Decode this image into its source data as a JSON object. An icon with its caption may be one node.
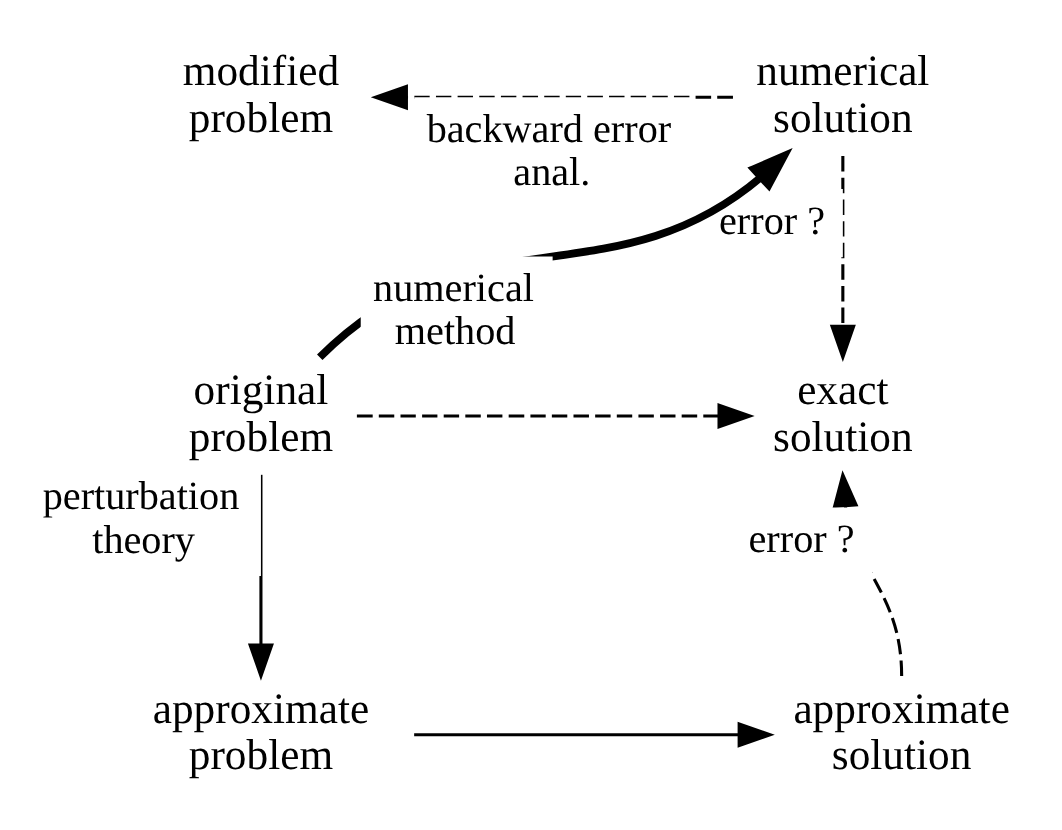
{
  "diagram": {
    "nodes": [
      {
        "text": [
          "modified problem"
        ]
      },
      {
        "text": [
          "numerical solution"
        ]
      },
      {
        "text": [
          "original problem"
        ]
      },
      {
        "text": [
          "exact solution"
        ]
      },
      {
        "text": [
          "approximate problem"
        ]
      },
      {
        "text": [
          "approximate solution"
        ]
      }
    ],
    "edges": [
      {
        "from": 1,
        "to": 0,
        "arrow": "to",
        "style": "dashed",
        "label": "backward error anal."
      },
      {
        "from": 2,
        "to": 1,
        "arrow": "to",
        "style": "thick",
        "label": "numerical method"
      },
      {
        "from": 1,
        "to": 3,
        "arrow": "to",
        "style": "dashed",
        "label": "error ?"
      },
      {
        "from": 2,
        "to": 3,
        "arrow": "to",
        "style": "dashed"
      },
      {
        "from": 2,
        "to": 4,
        "arrow": "to",
        "label": "perturbation theory"
      },
      {
        "from": 4,
        "to": 5,
        "arrow": "to"
      },
      {
        "from": 5,
        "to": 3,
        "arrow": "to",
        "style": "dashed",
        "label": "error ?"
      }
    ]
  }
}
